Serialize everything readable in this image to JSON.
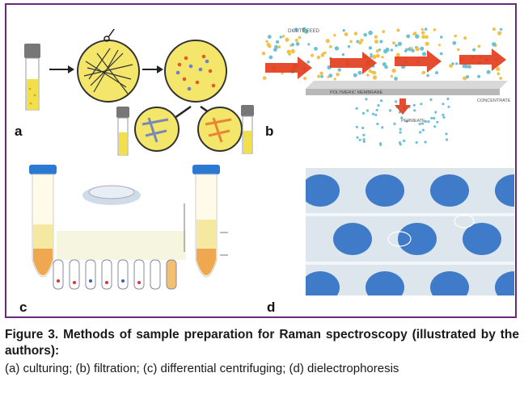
{
  "figure": {
    "panels": [
      {
        "id": "a",
        "label": "a"
      },
      {
        "id": "b",
        "label": "b",
        "labels": {
          "feed": "DILUTE FEED",
          "membrane": "POLYMERIC MEMBRANE",
          "concentrate": "CONCENTRATE",
          "permeate": "PERMEATE"
        }
      },
      {
        "id": "c",
        "label": "c"
      },
      {
        "id": "d",
        "label": "d"
      }
    ],
    "colors": {
      "frame": "#6a2a7c",
      "culture_yellow": "#f2e04a",
      "droplet_blue": "#2d6fc4",
      "arrow_red": "#e23a1a"
    }
  },
  "caption": {
    "title": "Figure 3. Methods of sample preparation for Raman spectroscopy (illustrated by the authors):",
    "body": "(a) culturing; (b) filtration; (c) differential centrifuging; (d) dielectrophoresis"
  }
}
